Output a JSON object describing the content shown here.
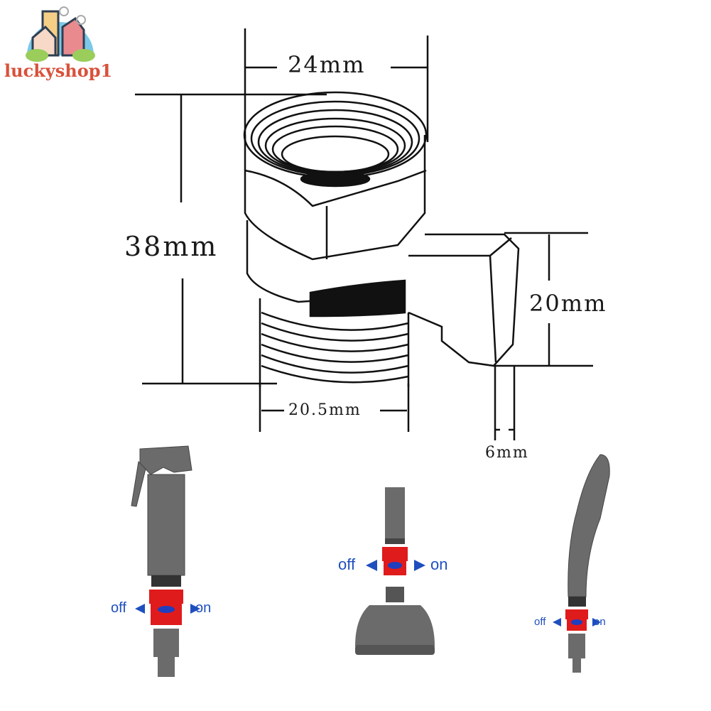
{
  "brand": {
    "name": "luckyshop1",
    "color": "#d9513a",
    "icon": "house-logo-icon"
  },
  "diagram": {
    "subject": "shower shut-off valve adapter",
    "dimensions": {
      "top_width": "24mm",
      "total_height": "38mm",
      "handle_height": "20mm",
      "bottom_thread": "20.5mm",
      "handle_thickness": "6mm"
    }
  },
  "usage_examples": [
    {
      "name": "bidet-sprayer",
      "off_label": "off",
      "on_label": "on"
    },
    {
      "name": "fixed-shower-head",
      "off_label": "off",
      "on_label": "on"
    },
    {
      "name": "handheld-shower",
      "off_label": "off",
      "on_label": "on"
    }
  ],
  "colors": {
    "line": "#111111",
    "valve_red": "#e01b1b",
    "arrow_blue": "#1f4fbf",
    "device_gray": "#6b6b6b"
  }
}
